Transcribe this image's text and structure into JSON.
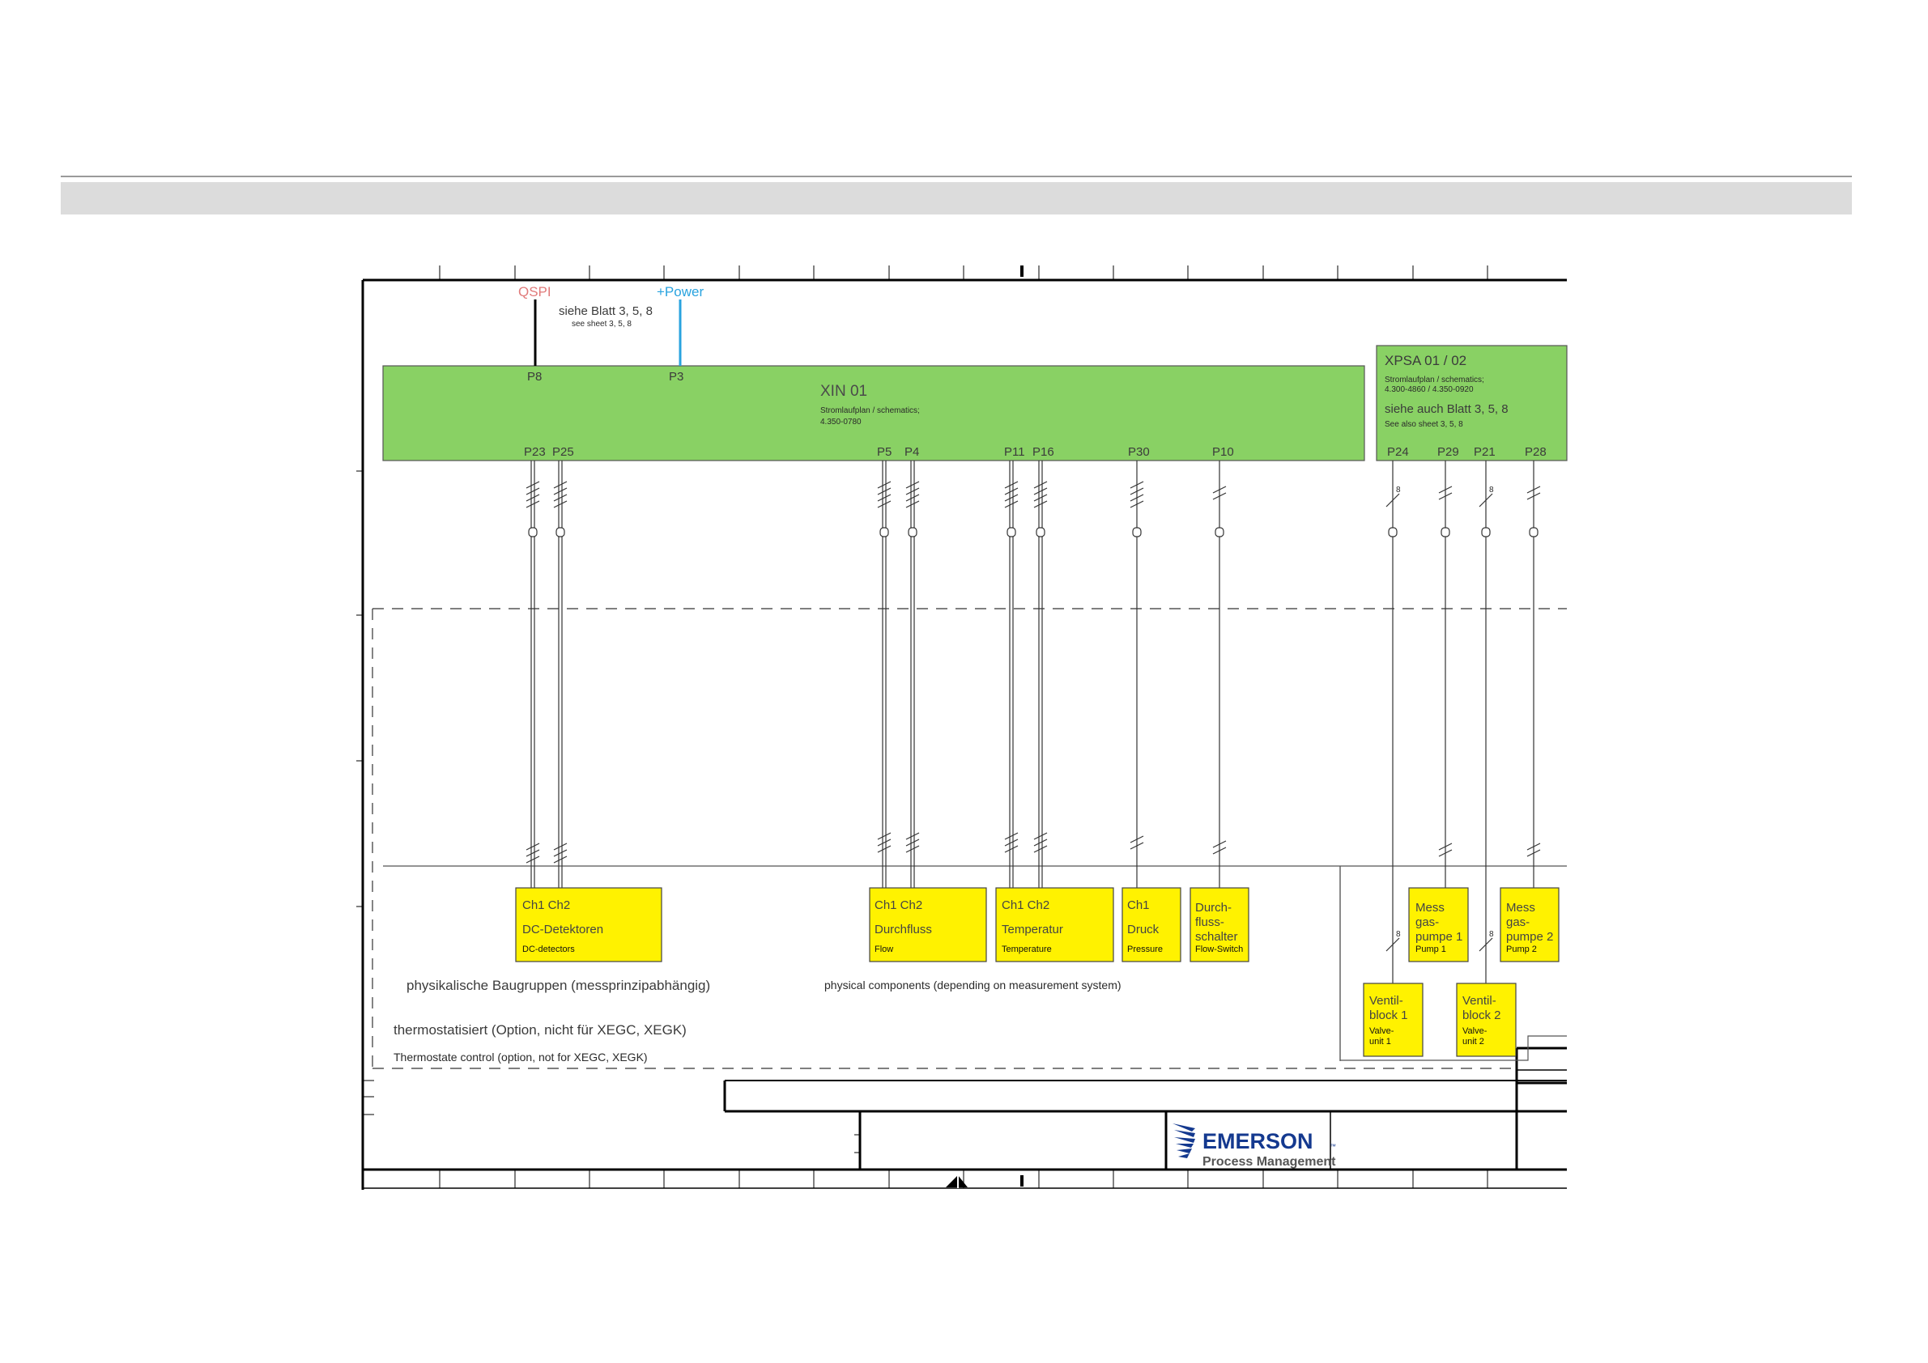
{
  "signals": {
    "qspi": "QSPI",
    "power": "+Power",
    "ref_de": "siehe Blatt 3, 5, 8",
    "ref_en": "see sheet 3, 5, 8"
  },
  "xin": {
    "title": "XIN 01",
    "schem_label": "Stromlaufplan / schematics;",
    "schem_number": "4.350-0780",
    "top_ports": [
      "P8",
      "P3"
    ],
    "bottom_ports": [
      "P23",
      "P25",
      "P5",
      "P4",
      "P11",
      "P16",
      "P30",
      "P10"
    ]
  },
  "xpsa": {
    "title": "XPSA 01 / 02",
    "schem_label": "Stromlaufplan / schematics;",
    "schem_numbers": "4.300-4860 / 4.350-0920",
    "ref_de": "siehe auch Blatt 3, 5, 8",
    "ref_en": "See also sheet  3, 5, 8",
    "ports": [
      "P24",
      "P29",
      "P21",
      "P28"
    ]
  },
  "bus_width": "8",
  "components": [
    {
      "ch": "Ch1  Ch2",
      "de": "DC-Detektoren",
      "en": "DC-detectors"
    },
    {
      "ch": "Ch1  Ch2",
      "de": "Durchfluss",
      "en": "Flow"
    },
    {
      "ch": "Ch1  Ch2",
      "de": "Temperatur",
      "en": "Temperature"
    },
    {
      "ch": "Ch1",
      "de": "Druck",
      "en": "Pressure"
    },
    {
      "ch": "",
      "de": "Durch-\nfluss-\nschalter",
      "en": "Flow-Switch"
    },
    {
      "ch": "",
      "de": "Mess\ngas-\npumpe 1",
      "en": "Pump 1"
    },
    {
      "ch": "",
      "de": "Mess\ngas-\npumpe 2",
      "en": "Pump 2"
    },
    {
      "ch": "",
      "de": "Ventil-\nblock 1",
      "en": "Valve-\nunit 1"
    },
    {
      "ch": "",
      "de": "Ventil-\nblock 2",
      "en": "Valve-\nunit 2"
    }
  ],
  "regions": {
    "physical_de": "physikalische Baugruppen (messprinzipabhängig)",
    "physical_en": "physical components (depending on measurement system)",
    "thermo_de": "thermostatisiert (Option, nicht für XEGC,  XEGK)",
    "thermo_en": "Thermostate control (option, not for XEGC,  XEGK)"
  },
  "logo": {
    "brand": "EMERSON",
    "tm": "™",
    "sub": "Process Management"
  },
  "colors": {
    "module_green": "#89d164",
    "component_yellow": "#fff200",
    "qspi_red": "#e07a7a",
    "power_blue": "#29a3df",
    "logo_blue": "#14398f"
  }
}
